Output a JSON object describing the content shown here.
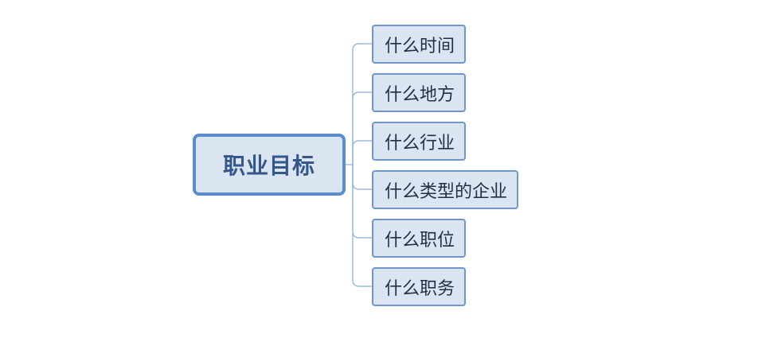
{
  "mindmap": {
    "root": {
      "label": "职业目标"
    },
    "children": [
      {
        "label": "什么时间"
      },
      {
        "label": "什么地方"
      },
      {
        "label": "什么行业"
      },
      {
        "label": "什么类型的企业"
      },
      {
        "label": "什么职位"
      },
      {
        "label": "什么职务"
      }
    ]
  },
  "colors": {
    "node_fill": "#dbe5f1",
    "root_border": "#5b8ccb",
    "child_border": "#6f97cc",
    "connector": "#8aaed8",
    "root_text": "#34578a",
    "child_text": "#1f2f45"
  }
}
